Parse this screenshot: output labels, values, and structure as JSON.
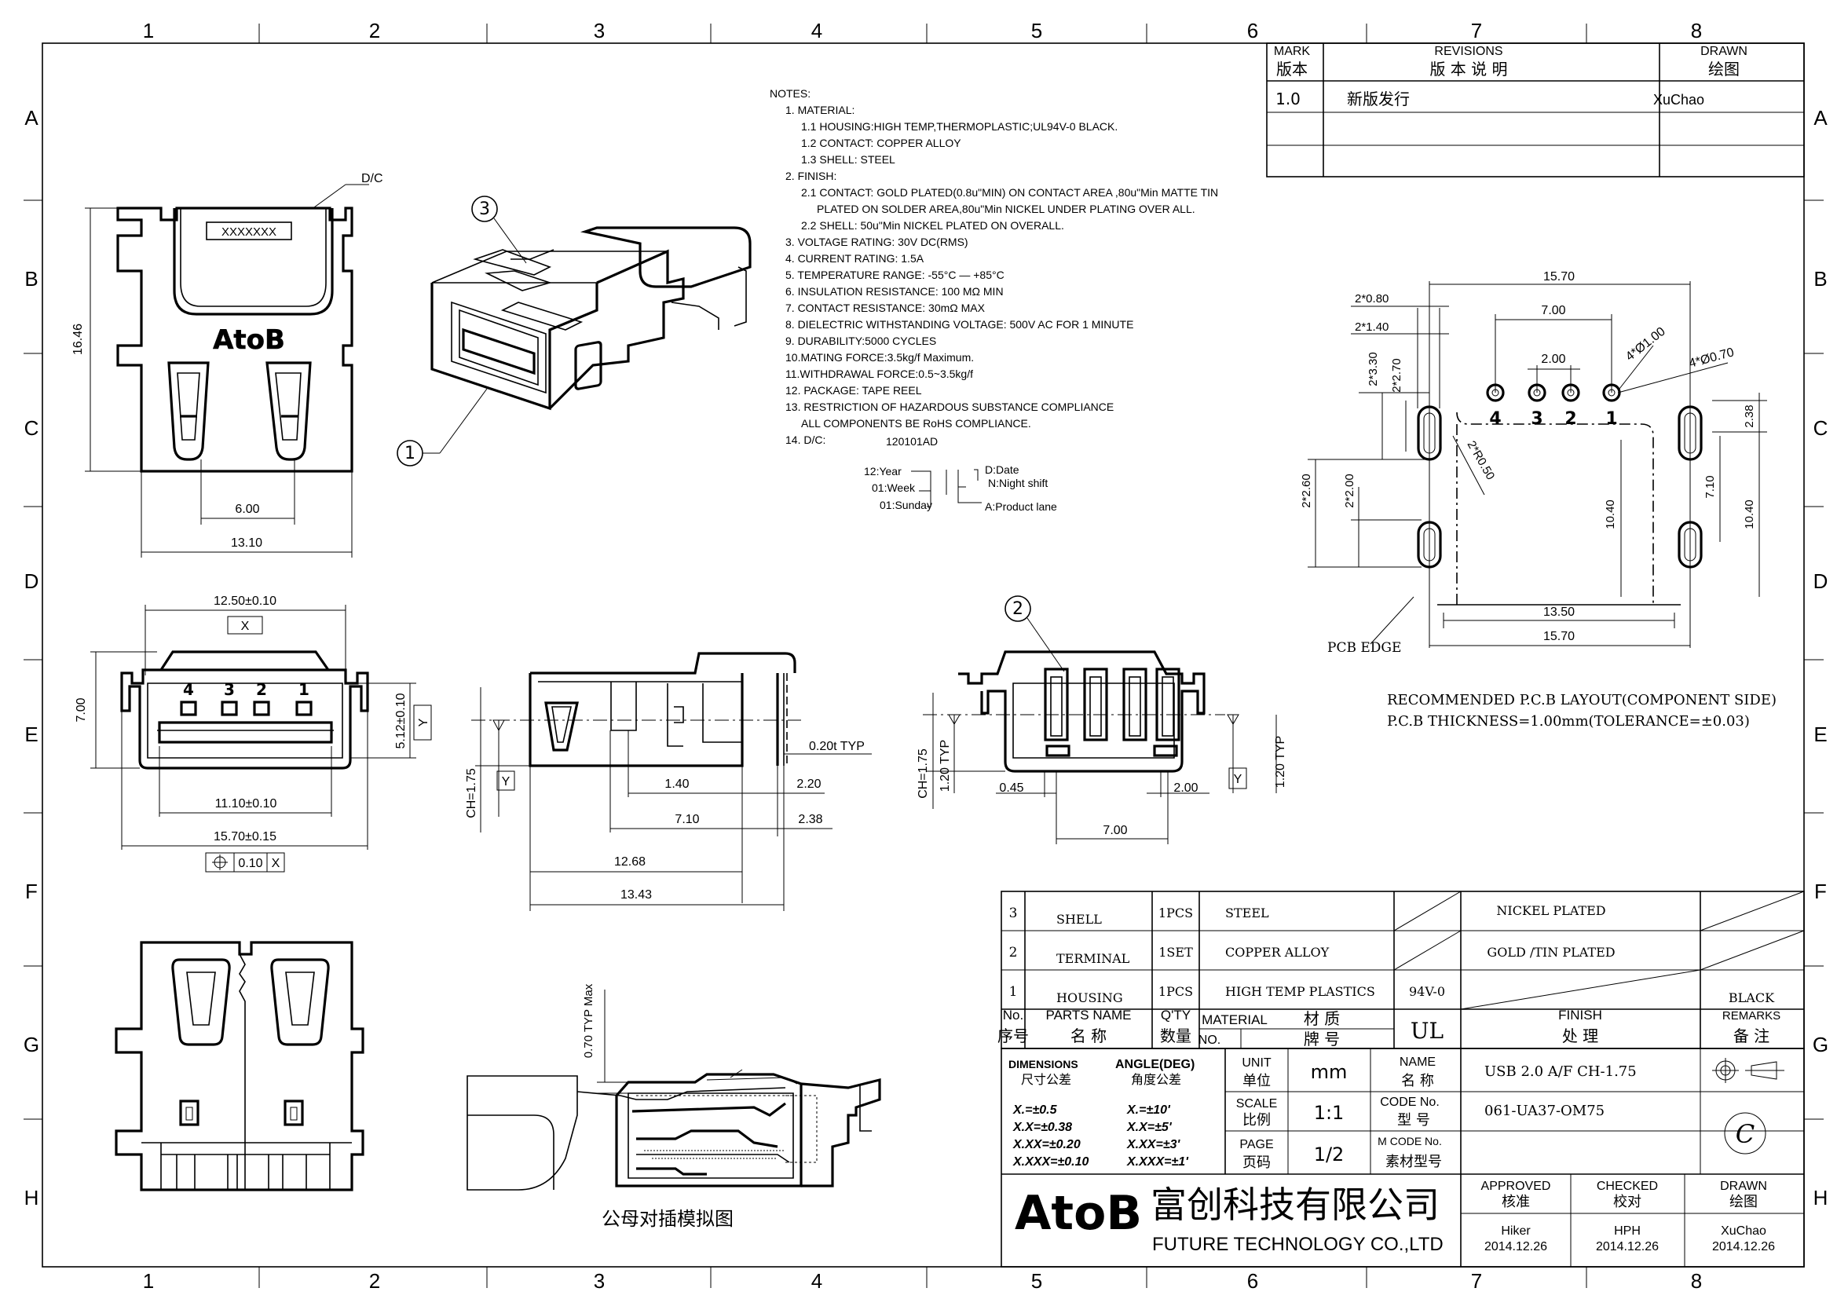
{
  "border": {
    "cols": [
      "1",
      "2",
      "3",
      "4",
      "5",
      "6",
      "7",
      "8"
    ],
    "rows": [
      "A",
      "B",
      "C",
      "D",
      "E",
      "F",
      "G",
      "H"
    ]
  },
  "revisions": {
    "h_mark_en": "MARK",
    "h_mark_cn": "版本",
    "h_rev_en": "REVISIONS",
    "h_rev_cn": "版 本 说 明",
    "h_drawn_en": "DRAWN",
    "h_drawn_cn": "绘图",
    "row_mark": "1.0",
    "row_desc": "新版发行",
    "row_drawn": "XuChao"
  },
  "notes": [
    "NOTES:",
    "1. MATERIAL:",
    "1.1 HOUSING:HIGH TEMP,THERMOPLASTIC;UL94V-0 BLACK.",
    "1.2 CONTACT: COPPER ALLOY",
    "1.3 SHELL: STEEL",
    "2. FINISH:",
    "2.1 CONTACT: GOLD PLATED(0.8u\"MIN) ON CONTACT AREA ,80u\"Min MATTE TIN",
    "PLATED ON SOLDER AREA,80u\"Min NICKEL UNDER PLATING  OVER ALL.",
    "2.2 SHELL:  50u\"Min NICKEL PLATED ON OVERALL.",
    "3. VOLTAGE RATING: 30V DC(RMS)",
    "4. CURRENT RATING: 1.5A",
    "5. TEMPERATURE RANGE: -55°C — +85°C",
    "6. INSULATION RESISTANCE: 100 MΩ MIN",
    "7. CONTACT RESISTANCE: 30mΩ MAX",
    "8. DIELECTRIC WITHSTANDING VOLTAGE: 500V AC FOR 1 MINUTE",
    "9. DURABILITY:5000 CYCLES",
    "10.MATING FORCE:3.5kg/f Maximum.",
    "11.WITHDRAWAL FORCE:0.5~3.5kg/f",
    "12. PACKAGE: TAPE REEL",
    "13. RESTRICTION OF HAZARDOUS SUBSTANCE COMPLIANCE",
    "ALL COMPONENTS BE RoHS COMPLIANCE.",
    "14. D/C:"
  ],
  "dc": {
    "code": "120101AD",
    "year": "12:Year",
    "week": "01:Week",
    "sunday": "01:Sunday",
    "date": "D:Date",
    "night": "N:Night shift",
    "lane": "A:Product lane"
  },
  "views": {
    "top": {
      "dc_label": "D/C",
      "marking": "XXXXXXX",
      "logo": "AtoB",
      "d_height": "16.46",
      "d_inner": "6.00",
      "d_width": "13.10"
    },
    "iso": {
      "b3": "3",
      "b1": "1"
    },
    "front": {
      "d_top": "12.50±0.10",
      "datum_x": "X",
      "datum_y": "Y",
      "d_h": "7.00",
      "d_inner_h": "5.12±0.10",
      "d_inner_w": "11.10±0.10",
      "d_total": "15.70±0.15",
      "tol_val": "0.10",
      "tol_ref": "X",
      "pins": [
        "4",
        "3",
        "2",
        "1"
      ]
    },
    "side": {
      "d_ch": "CH=1.75",
      "datum": "Y",
      "d_t": "0.20t TYP",
      "d_140": "1.40",
      "d_220": "2.20",
      "d_710": "7.10",
      "d_238": "2.38",
      "d_1268": "12.68",
      "d_1343": "13.43"
    },
    "rear": {
      "balloon": "2",
      "d_ch": "CH=1.75",
      "d_120a": "1.20 TYP",
      "d_120b": "1.20 TYP",
      "d_045": "0.45",
      "d_200": "2.00",
      "d_700": "7.00",
      "datum": "Y"
    },
    "section": {
      "d_070": "0.70 TYP Max",
      "caption": "公母对插模拟图"
    }
  },
  "pcb": {
    "d_1570t": "15.70",
    "d_700": "7.00",
    "d_200": "2.00",
    "d_hole4": "4*Ø1.00",
    "d_hole4b": "4*Ø0.70",
    "d_080": "2*0.80",
    "d_140": "2*1.40",
    "d_330": "2*3.30",
    "d_270": "2*2.70",
    "d_238": "2.38",
    "d_r050": "2*R0.50",
    "d_260": "2*2.60",
    "d_200v": "2*2.00",
    "d_1040a": "10.40",
    "d_710": "7.10",
    "d_1040b": "10.40",
    "d_1350": "13.50",
    "d_1570b": "15.70",
    "pcb_edge": "PCB EDGE",
    "pins": [
      "4",
      "3",
      "2",
      "1"
    ],
    "title1": "RECOMMENDED P.C.B LAYOUT(COMPONENT SIDE)",
    "title2": "P.C.B THICKNESS=1.00mm(TOLERANCE=±0.03)"
  },
  "bom": {
    "rows": [
      {
        "no": "3",
        "name": "SHELL",
        "qty": "1PCS",
        "material": "STEEL",
        "brand": "",
        "finish": "NICKEL PLATED",
        "remarks": ""
      },
      {
        "no": "2",
        "name": "TERMINAL",
        "qty": "1SET",
        "material": "COPPER ALLOY",
        "brand": "",
        "finish": "GOLD /TIN PLATED",
        "remarks": ""
      },
      {
        "no": "1",
        "name": "HOUSING",
        "qty": "1PCS",
        "material": "HIGH TEMP PLASTICS",
        "brand": "94V-0",
        "finish": "",
        "remarks": "BLACK"
      }
    ],
    "h_no": "No.",
    "h_no_cn": "序号",
    "h_name": "PARTS NAME",
    "h_name_cn": "名 称",
    "h_qty": "Q'TY",
    "h_qty_cn": "数量",
    "h_mat": "MATERIAL",
    "h_mat_cn": "材 质",
    "h_no2": "NO.",
    "h_brand_cn": "牌 号",
    "h_ul": "UL",
    "h_finish": "FINISH",
    "h_finish_cn": "处 理",
    "h_rem": "REMARKS",
    "h_rem_cn": "备 注"
  },
  "title_block": {
    "dim_en": "DIMENSIONS",
    "dim_cn": "尺寸公差",
    "ang_en": "ANGLE(DEG)",
    "ang_cn": "角度公差",
    "tol1": "X.=±0.5",
    "tol2": "X.X=±0.38",
    "tol3": "X.XX=±0.20",
    "tol4": "X.XXX=±0.10",
    "ang1": "X.=±10'",
    "ang2": "X.X=±5'",
    "ang3": "X.XX=±3'",
    "ang4": "X.XXX=±1'",
    "unit_en": "UNIT",
    "unit_cn": "单位",
    "unit_val": "mm",
    "scale_en": "SCALE",
    "scale_cn": "比例",
    "scale_val": "1:1",
    "page_en": "PAGE",
    "page_cn": "页码",
    "page_val": "1/2",
    "name_en": "NAME",
    "name_cn": "名 称",
    "name_val": "USB 2.0 A/F  CH-1.75",
    "code_en": "CODE No.",
    "code_cn": "型 号",
    "code_val": "061-UA37-OM75",
    "mcode_en": "M CODE No.",
    "mcode_cn": "素材型号",
    "approved_en": "APPROVED",
    "approved_cn": "核准",
    "approved_by": "Hiker",
    "approved_date": "2014.12.26",
    "checked_en": "CHECKED",
    "checked_cn": "校对",
    "checked_by": "HPH",
    "checked_date": "2014.12.26",
    "drawn_en": "DRAWN",
    "drawn_cn": "绘图",
    "drawn_by": "XuChao",
    "drawn_date": "2014.12.26",
    "company_logo": "AtoB",
    "company_cn": "富创科技有限公司",
    "company_en": "FUTURE TECHNOLOGY CO.,LTD",
    "rev_symbol": "C"
  }
}
